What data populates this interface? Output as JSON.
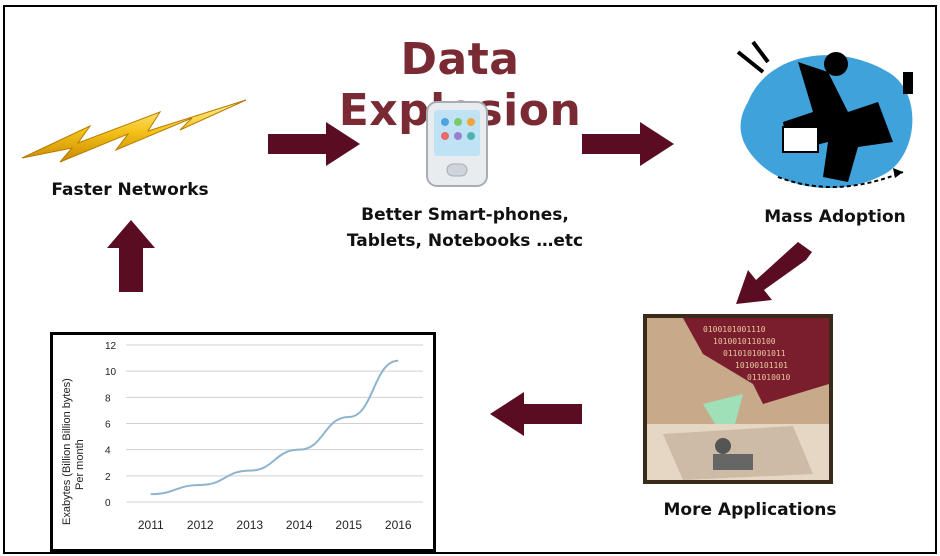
{
  "title": "Data Explosion",
  "nodes": {
    "faster_networks": "Faster Networks",
    "smartphones_line1": "Better Smart-phones,",
    "smartphones_line2": "Tablets, Notebooks …etc",
    "mass_adoption": "Mass Adoption",
    "more_applications": "More Applications"
  },
  "colors": {
    "title": "#7a2a33",
    "arrow": "#5a0d22",
    "line": "#8fb4cf"
  },
  "icons": [
    "lightning-bolt-icon",
    "smartphone-icon",
    "busy-person-icon",
    "data-funnel-disk-icon"
  ],
  "chart_data": {
    "type": "line",
    "ylabel_line1": "Exabytes (Billion Billion bytes)",
    "ylabel_line2": "Per month",
    "x": [
      "2011",
      "2012",
      "2013",
      "2014",
      "2015",
      "2016"
    ],
    "y": [
      0.6,
      1.3,
      2.4,
      4.0,
      6.5,
      10.8
    ],
    "yticks": [
      0,
      2,
      4,
      6,
      8,
      10,
      12
    ],
    "ylim": [
      0,
      12
    ],
    "grid": true
  }
}
